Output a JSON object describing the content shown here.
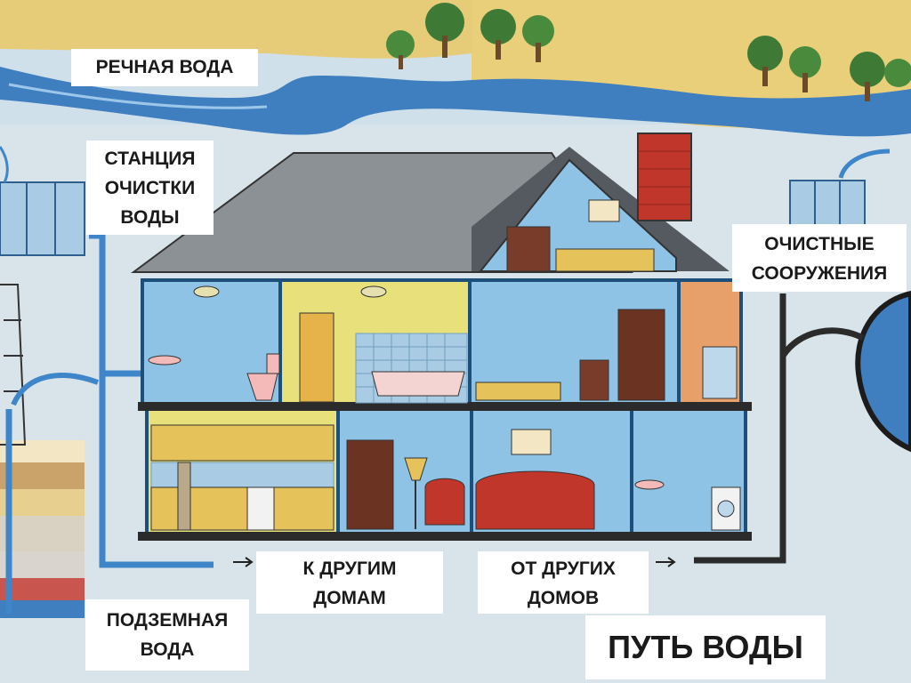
{
  "labels": {
    "river_water": "РЕЧНАЯ ВОДА",
    "station": [
      "СТАНЦИЯ",
      "ОЧИСТКИ",
      "ВОДЫ"
    ],
    "treatment": [
      "ОЧИСТНЫЕ",
      "СООРУЖЕНИЯ"
    ],
    "to_other_houses": [
      "К ДРУГИМ",
      "ДОМАМ"
    ],
    "from_other_houses": [
      "ОТ ДРУГИХ",
      "ДОМОВ"
    ],
    "groundwater": [
      "ПОДЗЕМНАЯ",
      "ВОДА"
    ],
    "title": "ПУТЬ ВОДЫ"
  },
  "colors": {
    "sky": "#cfe0ea",
    "sand": "#e9cf7a",
    "river": "#3f7fc0",
    "roof": "#8c9196",
    "wall_blue": "#8fc3e6",
    "wall_yellow": "#e8e07a",
    "pipe_clean": "#3e86c9",
    "pipe_waste": "#2b2b2b",
    "chimney": "#c0362b"
  }
}
